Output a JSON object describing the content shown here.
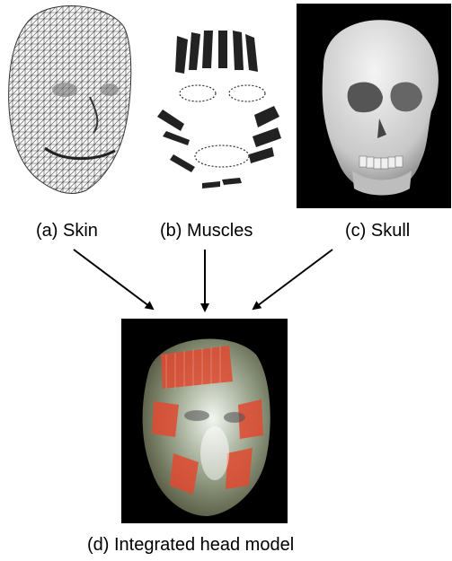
{
  "captions": {
    "skin": "(a) Skin",
    "muscles": "(b) Muscles",
    "skull": "(c) Skull",
    "head": "(d) Integrated head model"
  },
  "colors": {
    "background": "#ffffff",
    "panel_background": "#000000",
    "muscle_fill": "#e04a30",
    "skull_bone": "#e8e8e8",
    "arrow": "#000000"
  }
}
